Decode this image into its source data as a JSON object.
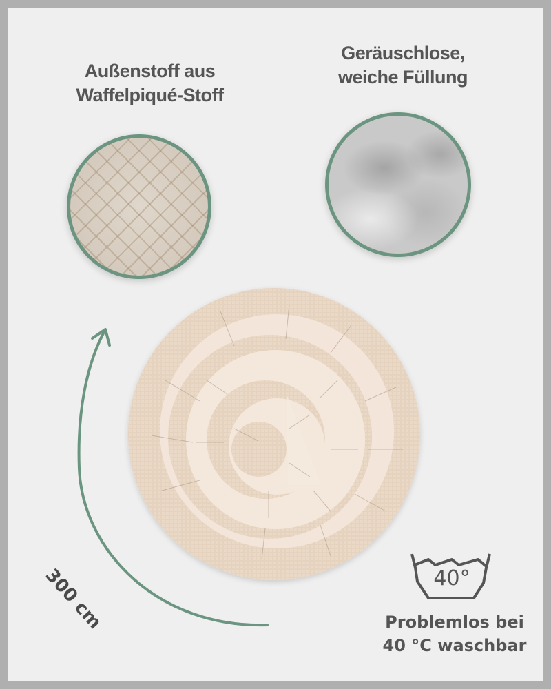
{
  "features": {
    "fabric": {
      "title_line1": "Außenstoff aus",
      "title_line2": "Waffelpiqué-Stoff",
      "image": "waffle-fabric-texture"
    },
    "filling": {
      "title_line1": "Geräuschlose,",
      "title_line2": "weiche Füllung",
      "image": "soft-filling-texture"
    },
    "length": {
      "label": "300 cm",
      "icon": "curved-arrow"
    },
    "washing": {
      "icon": "wash-basin-icon",
      "temperature": "40°",
      "title_line1": "Problemlos bei",
      "title_line2": "40 °C waschbar"
    }
  },
  "product": {
    "image": "rolled-nursing-pillow"
  },
  "colors": {
    "frame": "#afafaf",
    "background": "#efefef",
    "accent_green": "#6b9580",
    "text": "#555555",
    "fabric_beige": "#e8d7c5",
    "fabric_light": "#f3e5d9"
  }
}
